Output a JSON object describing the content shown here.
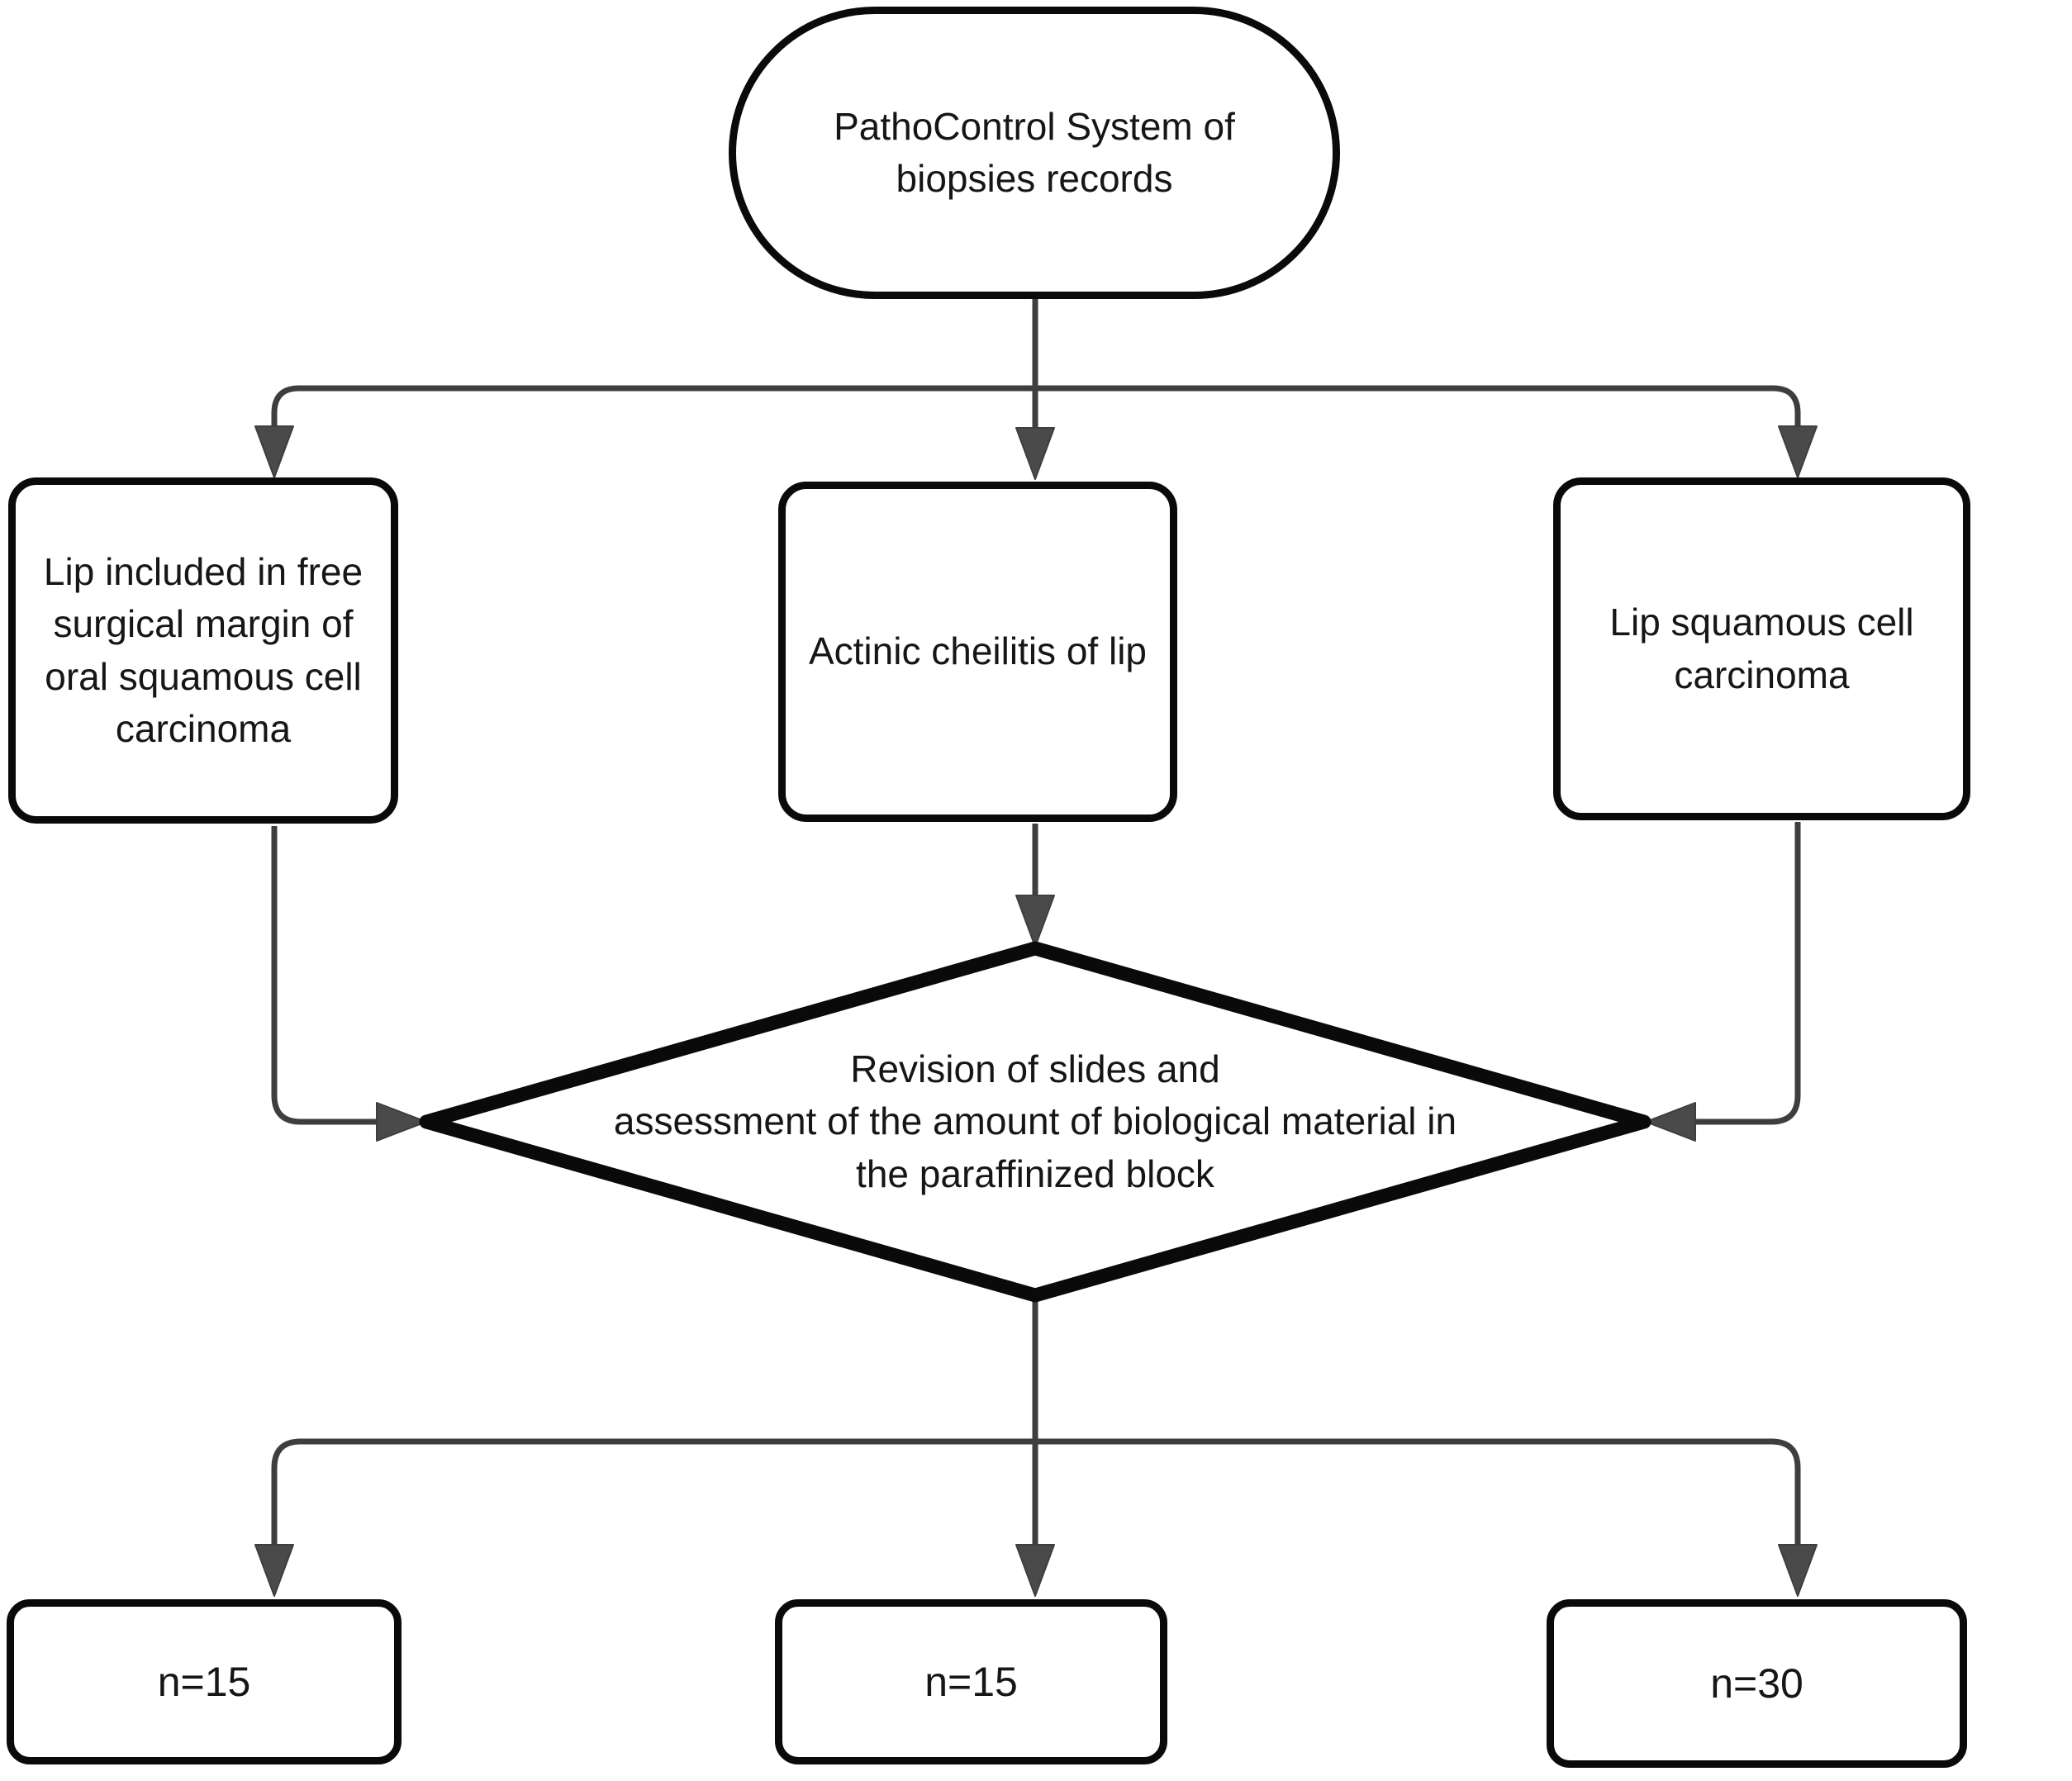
{
  "palette": {
    "background": "#ffffff",
    "node_border": "#0a0a0a",
    "node_fill": "#ffffff",
    "connector": "#3e3e3e",
    "arrowhead": "#4a4a4a",
    "text": "#161616"
  },
  "nodes": {
    "start": {
      "label": "PathoControl System of\nbiopsies records"
    },
    "top_left": {
      "label": "Lip included in free\nsurgical margin of\noral squamous cell\ncarcinoma"
    },
    "top_middle": {
      "label": "Actinic cheilitis of lip"
    },
    "top_right": {
      "label": "Lip squamous cell\ncarcinoma"
    },
    "decision": {
      "label": "Revision of slides and\nassessment of the amount of biological material in\nthe paraffinized block"
    },
    "result_left": {
      "label": "n=15"
    },
    "result_middle": {
      "label": "n=15"
    },
    "result_right": {
      "label": "n=30"
    }
  }
}
